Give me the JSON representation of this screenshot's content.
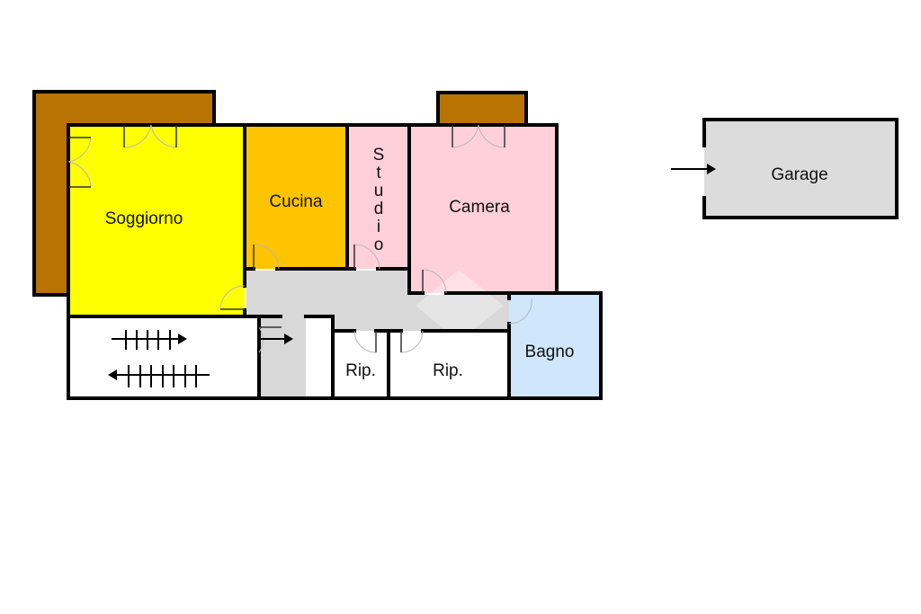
{
  "plan": {
    "rooms": [
      {
        "id": "soggiorno",
        "label": "Soggiorno",
        "color": "#ffff00"
      },
      {
        "id": "cucina",
        "label": "Cucina",
        "color": "#ffc400"
      },
      {
        "id": "studio",
        "label": "Studio",
        "label_letters": [
          "S",
          "t",
          "u",
          "d",
          "i",
          "o"
        ],
        "color": "#ffd0da"
      },
      {
        "id": "camera",
        "label": "Camera",
        "color": "#ffd0da"
      },
      {
        "id": "bagno",
        "label": "Bagno",
        "color": "#cfe6fb"
      },
      {
        "id": "rip1",
        "label": "Rip.",
        "color": "#ffffff"
      },
      {
        "id": "rip2",
        "label": "Rip.",
        "color": "#ffffff"
      },
      {
        "id": "garage",
        "label": "Garage",
        "color": "#dcdcdc"
      }
    ],
    "areas": {
      "terrace_color": "#b87300",
      "corridor_color": "#d8d8d8",
      "stair_color": "#ffffff",
      "wall_color": "#000000"
    }
  }
}
